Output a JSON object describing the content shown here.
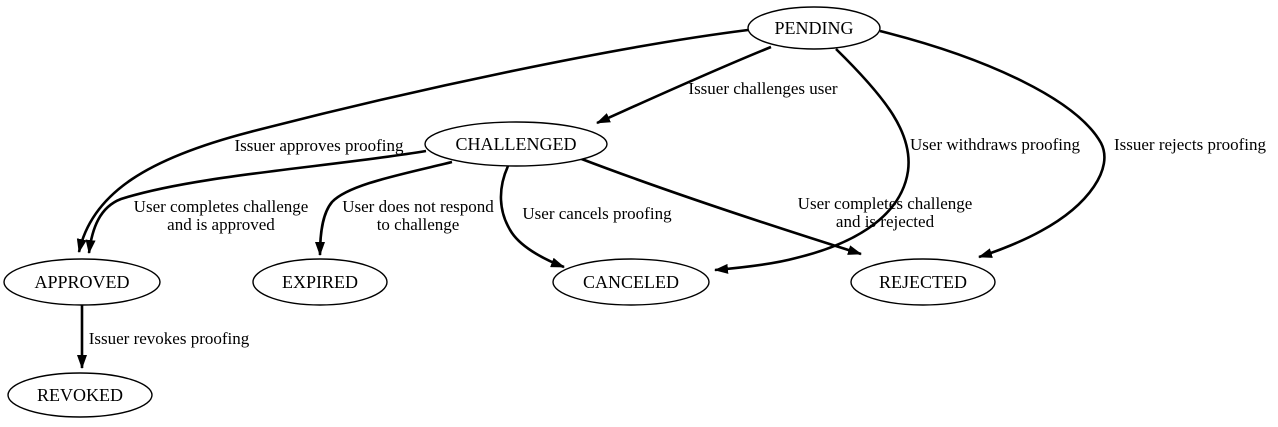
{
  "diagram": {
    "type": "state-machine",
    "colors": {
      "background": "#ffffff",
      "node_fill": "#ffffff",
      "stroke": "#000000",
      "text": "#000000"
    },
    "nodes": {
      "pending": {
        "label": "PENDING"
      },
      "challenged": {
        "label": "CHALLENGED"
      },
      "approved": {
        "label": "APPROVED"
      },
      "expired": {
        "label": "EXPIRED"
      },
      "canceled": {
        "label": "CANCELED"
      },
      "rejected": {
        "label": "REJECTED"
      },
      "revoked": {
        "label": "REVOKED"
      }
    },
    "edges": {
      "pending_challenged": {
        "from": "PENDING",
        "to": "CHALLENGED",
        "label": "Issuer challenges user"
      },
      "pending_approved": {
        "from": "PENDING",
        "to": "APPROVED",
        "label": "Issuer approves proofing"
      },
      "pending_canceled": {
        "from": "PENDING",
        "to": "CANCELED",
        "label": "User withdraws proofing"
      },
      "pending_rejected": {
        "from": "PENDING",
        "to": "REJECTED",
        "label": "Issuer rejects proofing"
      },
      "challenged_approved": {
        "from": "CHALLENGED",
        "to": "APPROVED",
        "lines": [
          "User completes challenge",
          "and is approved"
        ]
      },
      "challenged_expired": {
        "from": "CHALLENGED",
        "to": "EXPIRED",
        "lines": [
          "User does not respond",
          "to challenge"
        ]
      },
      "challenged_canceled": {
        "from": "CHALLENGED",
        "to": "CANCELED",
        "label": "User cancels proofing"
      },
      "challenged_rejected": {
        "from": "CHALLENGED",
        "to": "REJECTED",
        "lines": [
          "User completes challenge",
          "and is rejected"
        ]
      },
      "approved_revoked": {
        "from": "APPROVED",
        "to": "REVOKED",
        "label": "Issuer revokes proofing"
      }
    }
  }
}
